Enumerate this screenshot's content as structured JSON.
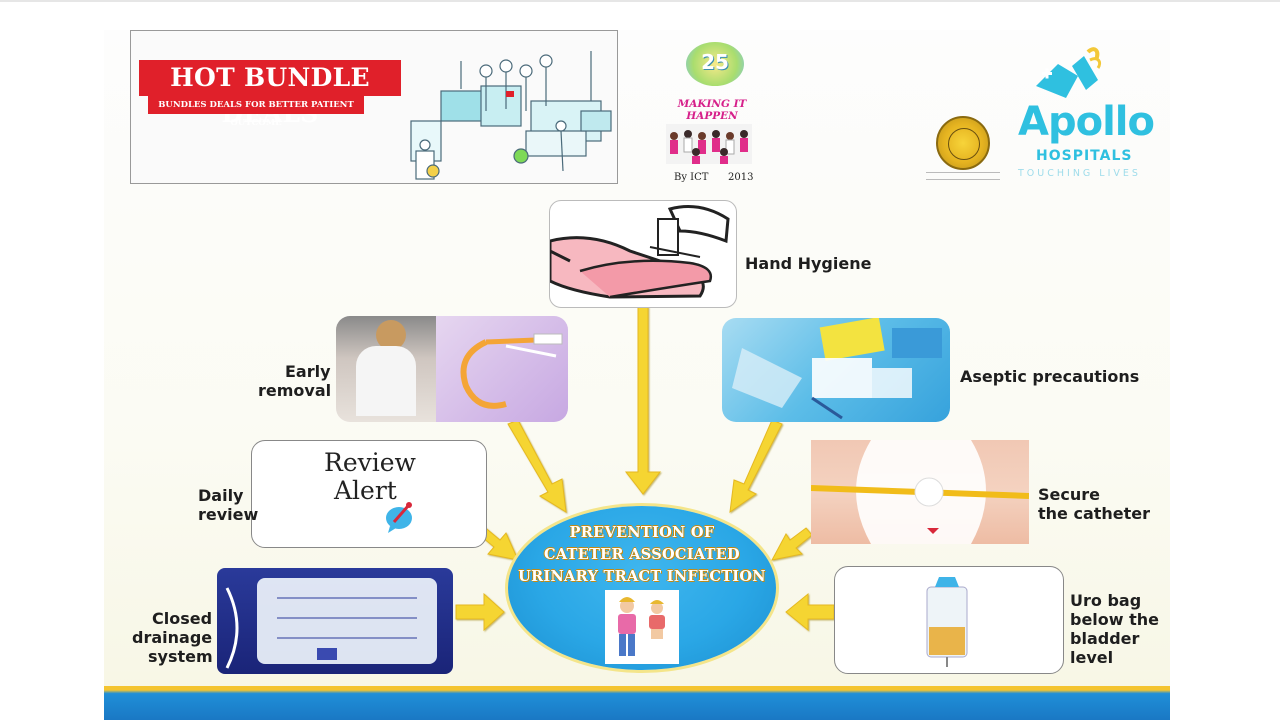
{
  "header": {
    "banner_title": "HOT BUNDLE DEALS",
    "banner_subtitle": "BUNDLES DEALS FOR BETTER PATIENT OUTCOME",
    "anniversary_number": "25",
    "tagline": "MAKING IT HAPPEN",
    "by_line": "By ICT",
    "year": "2013",
    "brand_name": "Apollo",
    "brand_sub": "HOSPITALS",
    "brand_slogan": "TOUCHING LIVES"
  },
  "center": {
    "title_line1": "PREVENTION OF",
    "title_line2": "CATETER ASSOCIATED",
    "title_line3": "URINARY TRACT INFECTION"
  },
  "items": {
    "hand_hygiene": "Hand Hygiene",
    "early_removal_1": "Early",
    "early_removal_2": "removal",
    "aseptic": "Aseptic precautions",
    "daily_review_1": "Daily",
    "daily_review_2": "review",
    "review_alert_1": "Review",
    "review_alert_2": "Alert",
    "secure_1": "Secure",
    "secure_2": "the catheter",
    "closed_1": "Closed",
    "closed_2": "drainage",
    "closed_3": "system",
    "uro_1": "Uro bag",
    "uro_2": "below the",
    "uro_3": "bladder",
    "uro_4": "level"
  },
  "colors": {
    "arrow": "#f5d531",
    "center_fill": "#2aa7e6",
    "banner_red": "#e0202a",
    "brand": "#2fc0e0"
  }
}
